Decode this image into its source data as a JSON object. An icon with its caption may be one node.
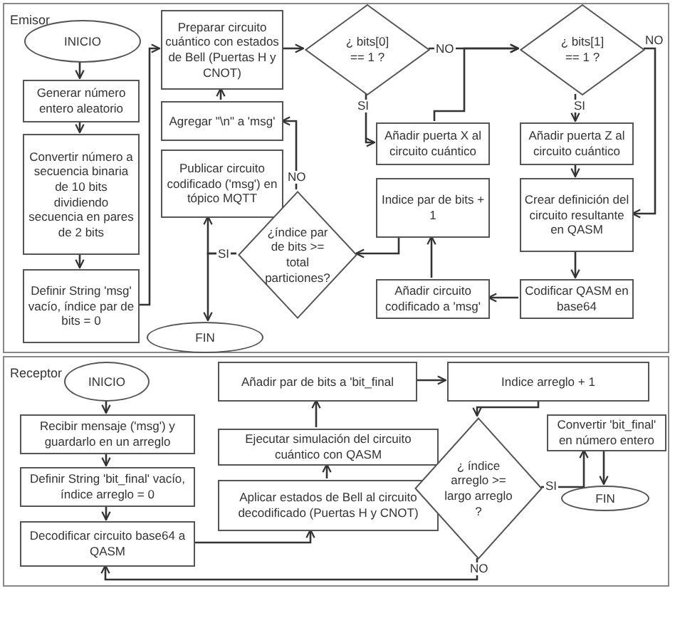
{
  "diagram": {
    "nodes": [
      {
        "text": [
          "Emisor"
        ]
      },
      {
        "text": [
          "INICIO"
        ],
        "in": 0
      },
      {
        "text": [
          "Generar número entero aleatorio"
        ],
        "in": 0
      },
      {
        "text": [
          "Convertir número a secuencia binaria de 10 bits dividiendo secuencia en pares de 2 bits"
        ],
        "in": 0
      },
      {
        "text": [
          "Definir String 'msg' vacío, índice par de bits = 0"
        ],
        "in": 0
      },
      {
        "text": [
          "FIN"
        ],
        "in": 0
      },
      {
        "text": [
          "Preparar circuito cuántico con estados de Bell (Puertas H y CNOT)"
        ],
        "in": 0
      },
      {
        "text": [
          "Agregar \"\\n\" a 'msg'"
        ],
        "in": 0
      },
      {
        "text": [
          "Publicar circuito codificado ('msg') en tópico MQTT"
        ],
        "in": 0
      },
      {
        "text": [
          "¿índice par de bits >= total particiones?"
        ],
        "in": 0
      },
      {
        "text": [
          "¿ bits[0] == 1 ?"
        ],
        "in": 0
      },
      {
        "text": [
          "Añadir puerta X al circuito cuántico"
        ],
        "in": 0
      },
      {
        "text": [
          "Indice par de bits + 1"
        ],
        "in": 0
      },
      {
        "text": [
          "Añadir circuito codificado a 'msg'"
        ],
        "in": 0
      },
      {
        "text": [
          "¿ bits[1] == 1 ?"
        ],
        "in": 0
      },
      {
        "text": [
          "Añadir puerta Z al circuito cuántico"
        ],
        "in": 0
      },
      {
        "text": [
          "Crear definición del circuito resultante en QASM"
        ],
        "in": 0
      },
      {
        "text": [
          "Codificar QASM en base64"
        ],
        "in": 0
      },
      {
        "text": [
          "Receptor"
        ]
      },
      {
        "text": [
          "INICIO"
        ],
        "in": 18
      },
      {
        "text": [
          "Recibir mensaje ('msg') y guardarlo en un arreglo"
        ],
        "in": 18
      },
      {
        "text": [
          "Definir String 'bit_final' vacío, índice arreglo = 0"
        ],
        "in": 18
      },
      {
        "text": [
          "Decodificar circuito base64 a QASM"
        ],
        "in": 18
      },
      {
        "text": [
          "Añadir par de bits a 'bit_final"
        ],
        "in": 18
      },
      {
        "text": [
          "Ejecutar simulación del circuito cuántico con QASM"
        ],
        "in": 18
      },
      {
        "text": [
          "Aplicar estados de Bell al circuito decodificado (Puertas H y CNOT)"
        ],
        "in": 18
      },
      {
        "text": [
          "Indice arreglo + 1"
        ],
        "in": 18
      },
      {
        "text": [
          "¿ índice arreglo >= largo arreglo ?"
        ],
        "in": 18
      },
      {
        "text": [
          "Convertir 'bit_final' en número entero"
        ],
        "in": 18
      },
      {
        "text": [
          "FIN"
        ],
        "in": 18
      }
    ],
    "edges": [
      {
        "from": 1,
        "to": 2,
        "arrow": "to"
      },
      {
        "from": 2,
        "to": 3,
        "arrow": "to"
      },
      {
        "from": 3,
        "to": 4,
        "arrow": "to"
      },
      {
        "from": 4,
        "to": 6,
        "arrow": "to"
      },
      {
        "from": 6,
        "to": 10,
        "arrow": "to"
      },
      {
        "from": 10,
        "to": 11,
        "arrow": "to",
        "label": "SI"
      },
      {
        "from": 10,
        "to": 14,
        "arrow": "to",
        "label": "NO"
      },
      {
        "from": 11,
        "to": 14,
        "arrow": "to"
      },
      {
        "from": 14,
        "to": 15,
        "arrow": "to",
        "label": "SI"
      },
      {
        "from": 14,
        "to": 16,
        "arrow": "to",
        "label": "NO"
      },
      {
        "from": 15,
        "to": 16,
        "arrow": "to"
      },
      {
        "from": 16,
        "to": 17,
        "arrow": "to"
      },
      {
        "from": 17,
        "to": 13,
        "arrow": "to"
      },
      {
        "from": 13,
        "to": 12,
        "arrow": "to"
      },
      {
        "from": 12,
        "to": 9,
        "arrow": "to"
      },
      {
        "from": 9,
        "to": 7,
        "arrow": "to",
        "label": "NO"
      },
      {
        "from": 7,
        "to": 6,
        "arrow": "to"
      },
      {
        "from": 9,
        "to": 8,
        "arrow": "to",
        "label": "SI"
      },
      {
        "from": 9,
        "to": 5,
        "arrow": "to"
      },
      {
        "from": 19,
        "to": 20,
        "arrow": "to"
      },
      {
        "from": 20,
        "to": 21,
        "arrow": "to"
      },
      {
        "from": 21,
        "to": 22,
        "arrow": "to"
      },
      {
        "from": 22,
        "to": 25,
        "arrow": "to"
      },
      {
        "from": 25,
        "to": 24,
        "arrow": "to"
      },
      {
        "from": 24,
        "to": 23,
        "arrow": "to"
      },
      {
        "from": 23,
        "to": 26,
        "arrow": "to"
      },
      {
        "from": 26,
        "to": 27,
        "arrow": "to"
      },
      {
        "from": 27,
        "to": 28,
        "arrow": "to",
        "label": "SI"
      },
      {
        "from": 28,
        "to": 29,
        "arrow": "to"
      },
      {
        "from": 27,
        "to": 22,
        "arrow": "to",
        "label": "NO"
      }
    ]
  }
}
